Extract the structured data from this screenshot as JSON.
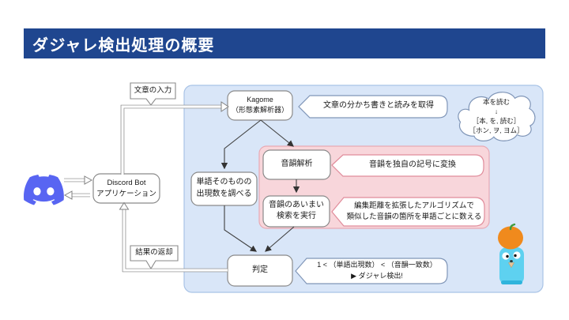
{
  "slide": {
    "title": "ダジャレ検出処理の概要"
  },
  "labels": {
    "input": "文章の入力",
    "result": "結果の返却"
  },
  "nodes": {
    "discord_bot": {
      "line1": "Discord Bot",
      "line2": "アプリケーション"
    },
    "kagome": {
      "line1": "Kagome",
      "line2": "（形態素解析器）"
    },
    "word_count": {
      "line1": "単語そのものの",
      "line2": "出現数を調べる"
    },
    "phoneme_analysis": {
      "label": "音韻解析"
    },
    "fuzzy_search": {
      "line1": "音韻のあいまい",
      "line2": "検索を実行"
    },
    "judgement": {
      "label": "判定"
    }
  },
  "callouts": {
    "tokenize": "文章の分かち書きと読みを取得",
    "convert": "音韻を独自の記号に変換",
    "edit_distance": {
      "line1": "編集距離を拡張したアルゴリズムで",
      "line2": "類似した音韻の箇所を単語ごとに数える"
    },
    "judge": {
      "line1": "1 < （単語出現数） < （音韻一致数）",
      "line2": "▶ ダジャレ検出!"
    }
  },
  "cloud_note": {
    "line1": "本を読む",
    "line2": "↓",
    "line3": "［本, を, 読む］",
    "line4": "［ホン, ヲ, ヨム］"
  },
  "icons": {
    "discord": "discord-logo",
    "mascot": "gopher-with-orange"
  },
  "colors": {
    "title_bar_bg": "#1f468f",
    "title_text": "#ffffff",
    "blue_panel_fill": "#d9e6f8",
    "blue_panel_stroke": "#a9c3e6",
    "pink_panel_fill": "#f8d6db",
    "pink_panel_stroke": "#e8a9b4",
    "box_stroke": "#8a8a8a",
    "blue_callout_stroke": "#8096b8",
    "pink_callout_stroke": "#e08c9b",
    "discord_blurple": "#5865f2",
    "gopher_body": "#5ed1f0",
    "orange_fruit": "#f08a1d"
  }
}
